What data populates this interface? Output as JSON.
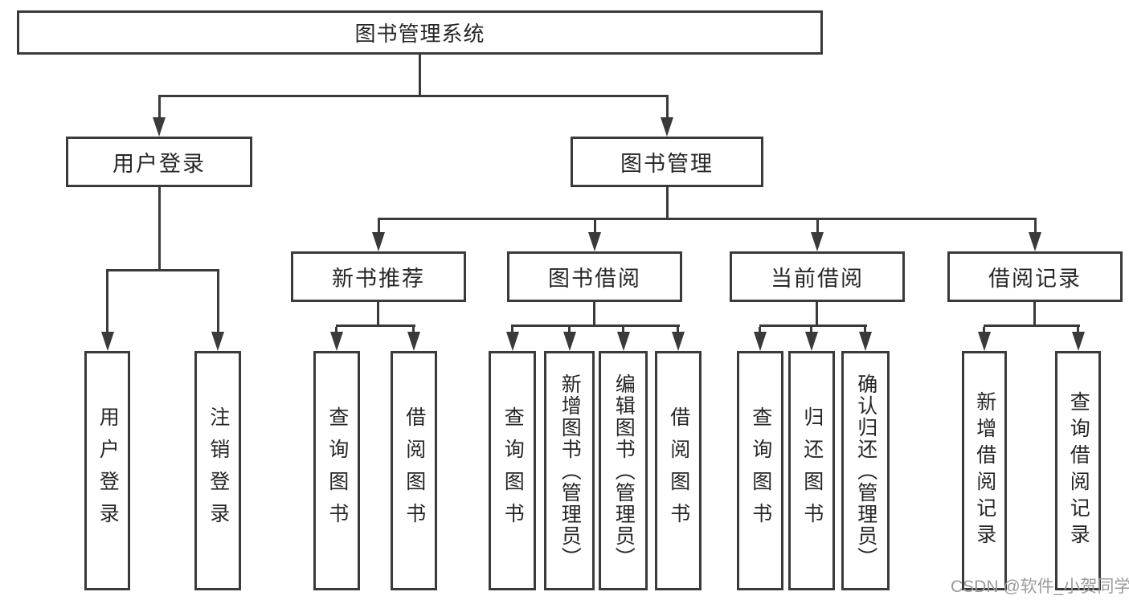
{
  "tree": {
    "root": {
      "label": "图书管理系统"
    },
    "user_login": {
      "label": "用户登录",
      "children": [
        "用户登录",
        "注销登录"
      ]
    },
    "book_mgmt": {
      "label": "图书管理",
      "sections": [
        {
          "label": "新书推荐",
          "children": [
            "查询图书",
            "借阅图书"
          ]
        },
        {
          "label": "图书借阅",
          "children": [
            "查询图书",
            "新增图书（管理员）",
            "编辑图书（管理员）",
            "借阅图书"
          ]
        },
        {
          "label": "当前借阅",
          "children": [
            "查询图书",
            "归还图书",
            "确认归还（管理员）"
          ]
        },
        {
          "label": "借阅记录",
          "children": [
            "新增借阅记录",
            "查询借阅记录"
          ]
        }
      ]
    }
  },
  "watermark": {
    "text": "CSDN @软件_小贺同学"
  },
  "colors": {
    "line": "#3a3a3a",
    "text": "#262626",
    "box_bg": "#ffffff",
    "watermark": "#9b9b9b"
  }
}
